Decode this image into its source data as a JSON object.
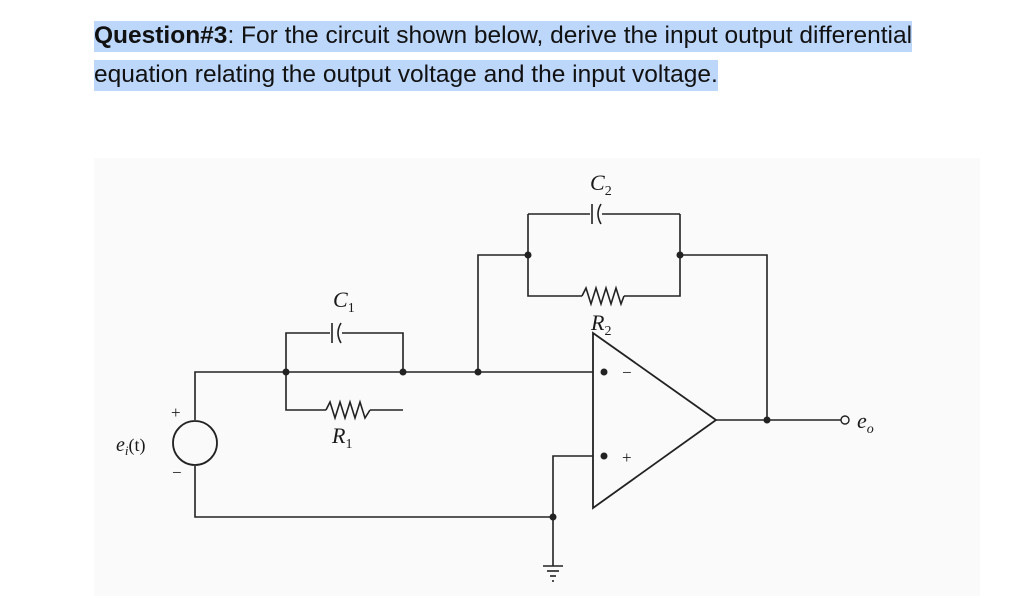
{
  "question": {
    "label": "Question#3",
    "text_line1": ": For the circuit shown below, derive the input output differential",
    "text_line2": "equation relating the output voltage and the input voltage."
  },
  "circuit": {
    "c2_main": "C",
    "c2_sub": "2",
    "r2_main": "R",
    "r2_sub": "2",
    "c1_main": "C",
    "c1_sub": "1",
    "r1_main": "R",
    "r1_sub": "1",
    "source_label": "e",
    "source_sub": "i",
    "source_arg": "(t)",
    "output_main": "e",
    "output_sub": "o",
    "plus": "+",
    "minus": "−"
  }
}
